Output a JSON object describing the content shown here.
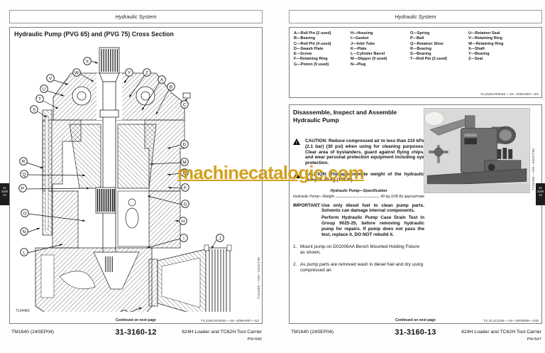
{
  "watermark": {
    "text": "machinecatalogic.com",
    "color": "#D2A11E"
  },
  "left": {
    "header": "Hydraulic System",
    "title": "Hydraulic Pump (PVG 65) and (PVG 75) Cross Section",
    "fig_id": "T104483",
    "fig_caption": "T104480 —UN—18OCT96",
    "labels": [
      "X",
      "W",
      "Y",
      "Z",
      "A",
      "B",
      "C",
      "V",
      "U",
      "T",
      "S",
      "R",
      "Q",
      "P",
      "O",
      "N",
      "L",
      "D",
      "M",
      "E",
      "F",
      "G",
      "H",
      "I",
      "J",
      "K"
    ],
    "continued": "Continued on next page",
    "ref": "TX,3160,RP3046 —19—20MAR97—1/2",
    "footer": {
      "manual": "TM1640 (24SEP04)",
      "page": "31-3160-12",
      "model": "624H Loader and TC62H Tool Carrier",
      "pn": "PN=546"
    },
    "tab": [
      "31",
      "3160",
      "12"
    ]
  },
  "right": {
    "header": "Hydraulic System",
    "legend": {
      "col1": [
        "A—Roll Pin (2 used)",
        "B—Bearing",
        "C—Roll Pin (4 used)",
        "D—Swash Plate",
        "E—Screw",
        "F—Retaining Ring",
        "G—Piston (9 used)"
      ],
      "col2": [
        "H—Housing",
        "I—Gasket",
        "J—Inlet Tube",
        "K—Plate",
        "L—Cylinder Barrel",
        "M—Slipper (9 used)",
        "N—Plug"
      ],
      "col3": [
        "O—Spring",
        "P—Ball",
        "Q—Retainer Shoe",
        "R—Bearing",
        "S—Bearing",
        "T—Roll Pin (2 used)"
      ],
      "col4": [
        "U—Retainer Seal",
        "V—Retaining Ring",
        "W—Retaining Ring",
        "X—Shaft",
        "Y—Bearing",
        "Z—Seal"
      ],
      "ref": "TX,3160,RP3046 —19—20MAR97—2/2"
    },
    "section": {
      "heading": "Disassemble, Inspect and Assemble Hydraulic Pump",
      "caution1": "CAUTION: Reduce compressed air to less than 210 kPa (2.1 bar) (30 psi) when using for cleaning purposes. Clear area of bystanders, guard against flying chips, and wear personal protection equipment including eye protection.",
      "caution2": "CAUTION: The approximate weight of the hydraulic pump is 49 kg (108 lb).",
      "spec_title": "Hydraulic Pump—Specification",
      "spec_item": "Hydraulic Pump—Weight",
      "spec_value": "49 kg (108 lb) approximate",
      "important_label": "IMPORTANT:",
      "important1": "Use only diesel fuel to clean pump parts. Solvents can damage internal components.",
      "important2": "Perform Hydraulic Pump Case Drain Test in Group 9025-25, before removing hydraulic pump for repairs. If pump does not pass the test, replace it, DO NOT rebuild it.",
      "steps": [
        {
          "num": "1.",
          "text": "Mount pump on D01006AA Bench Mounted Holding Fixture as shown."
        },
        {
          "num": "2.",
          "text": "As pump parts are removed wash in diesel fuel and dry using compressed air."
        }
      ],
      "photo_caption": "T105480 —UN—04OCT88"
    },
    "continued": "Continued on next page",
    "ref": "TX,31,JC2208 —19—18FEB99—1/45",
    "footer": {
      "manual": "TM1640 (24SEP04)",
      "page": "31-3160-13",
      "model": "624H Loader and TC62H Tool Carrier",
      "pn": "PN=547"
    },
    "tab": [
      "31",
      "3160",
      "13"
    ]
  }
}
